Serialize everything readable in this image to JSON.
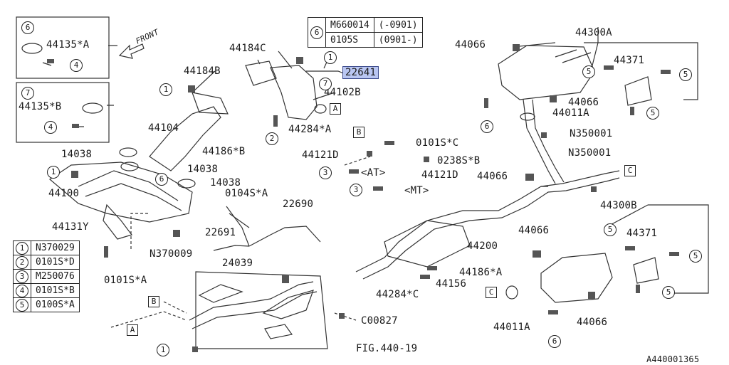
{
  "diagram": {
    "front_label": "FRONT",
    "figure_ref": "FIG.440-19",
    "drawing_id": "A440001365",
    "highlight_part": "22641",
    "inset_6": {
      "num": "6",
      "part": "44135*A",
      "ref": "4"
    },
    "inset_7": {
      "num": "7",
      "part": "44135*B",
      "ref": "4"
    },
    "code_table": {
      "num": "6",
      "rows": [
        {
          "code": "M660014",
          "range": "(-0901)"
        },
        {
          "code": "0105S",
          "range": "(0901-)"
        }
      ]
    },
    "legend": [
      {
        "num": "1",
        "code": "N370029"
      },
      {
        "num": "2",
        "code": "0101S*D"
      },
      {
        "num": "3",
        "code": "M250076"
      },
      {
        "num": "4",
        "code": "0101S*B"
      },
      {
        "num": "5",
        "code": "0100S*A"
      }
    ],
    "labels": {
      "l44184C": "44184C",
      "l44184B": "44184B",
      "l44102B": "44102B",
      "l44104": "44104",
      "l44186B": "44186*B",
      "l14038a": "14038",
      "l14038b": "14038",
      "l14038c": "14038",
      "l44100": "44100",
      "l44131Y": "44131Y",
      "lN370009": "N370009",
      "l0101SA": "0101S*A",
      "l44284A": "44284*A",
      "l44121Da": "44121D",
      "l0101SC": "0101S*C",
      "l0238SB": "0238S*B",
      "lAT": "<AT>",
      "l44121Db": "44121D",
      "lMT": "<MT>",
      "l0104SA": "0104S*A",
      "l22690": "22690",
      "l22691": "22691",
      "l24039": "24039",
      "l44200": "44200",
      "l44186A": "44186*A",
      "l44156": "44156",
      "l44284C": "44284*C",
      "lC00827": "C00827",
      "l44066a": "44066",
      "l44066b": "44066",
      "l44066c": "44066",
      "l44066d": "44066",
      "l44066e": "44066",
      "l44300A": "44300A",
      "l44371a": "44371",
      "l44011Aa": "44011A",
      "lN350001a": "N350001",
      "lN350001b": "N350001",
      "l44300B": "44300B",
      "l44371b": "44371",
      "l44011Ab": "44011A"
    },
    "circle_refs": {
      "c1a": "1",
      "c1b": "1",
      "c1c": "1",
      "c1d": "1",
      "c2": "2",
      "c3a": "3",
      "c3b": "3",
      "c5a": "5",
      "c5b": "5",
      "c5c": "5",
      "c5d": "5",
      "c5e": "5",
      "c5f": "5",
      "c6a": "6",
      "c6b": "6",
      "c6c": "6",
      "c7": "7"
    },
    "square_refs": {
      "sqA1": "A",
      "sqA2": "A",
      "sqB1": "B",
      "sqB2": "B",
      "sqC1": "C",
      "sqC2": "C"
    }
  }
}
